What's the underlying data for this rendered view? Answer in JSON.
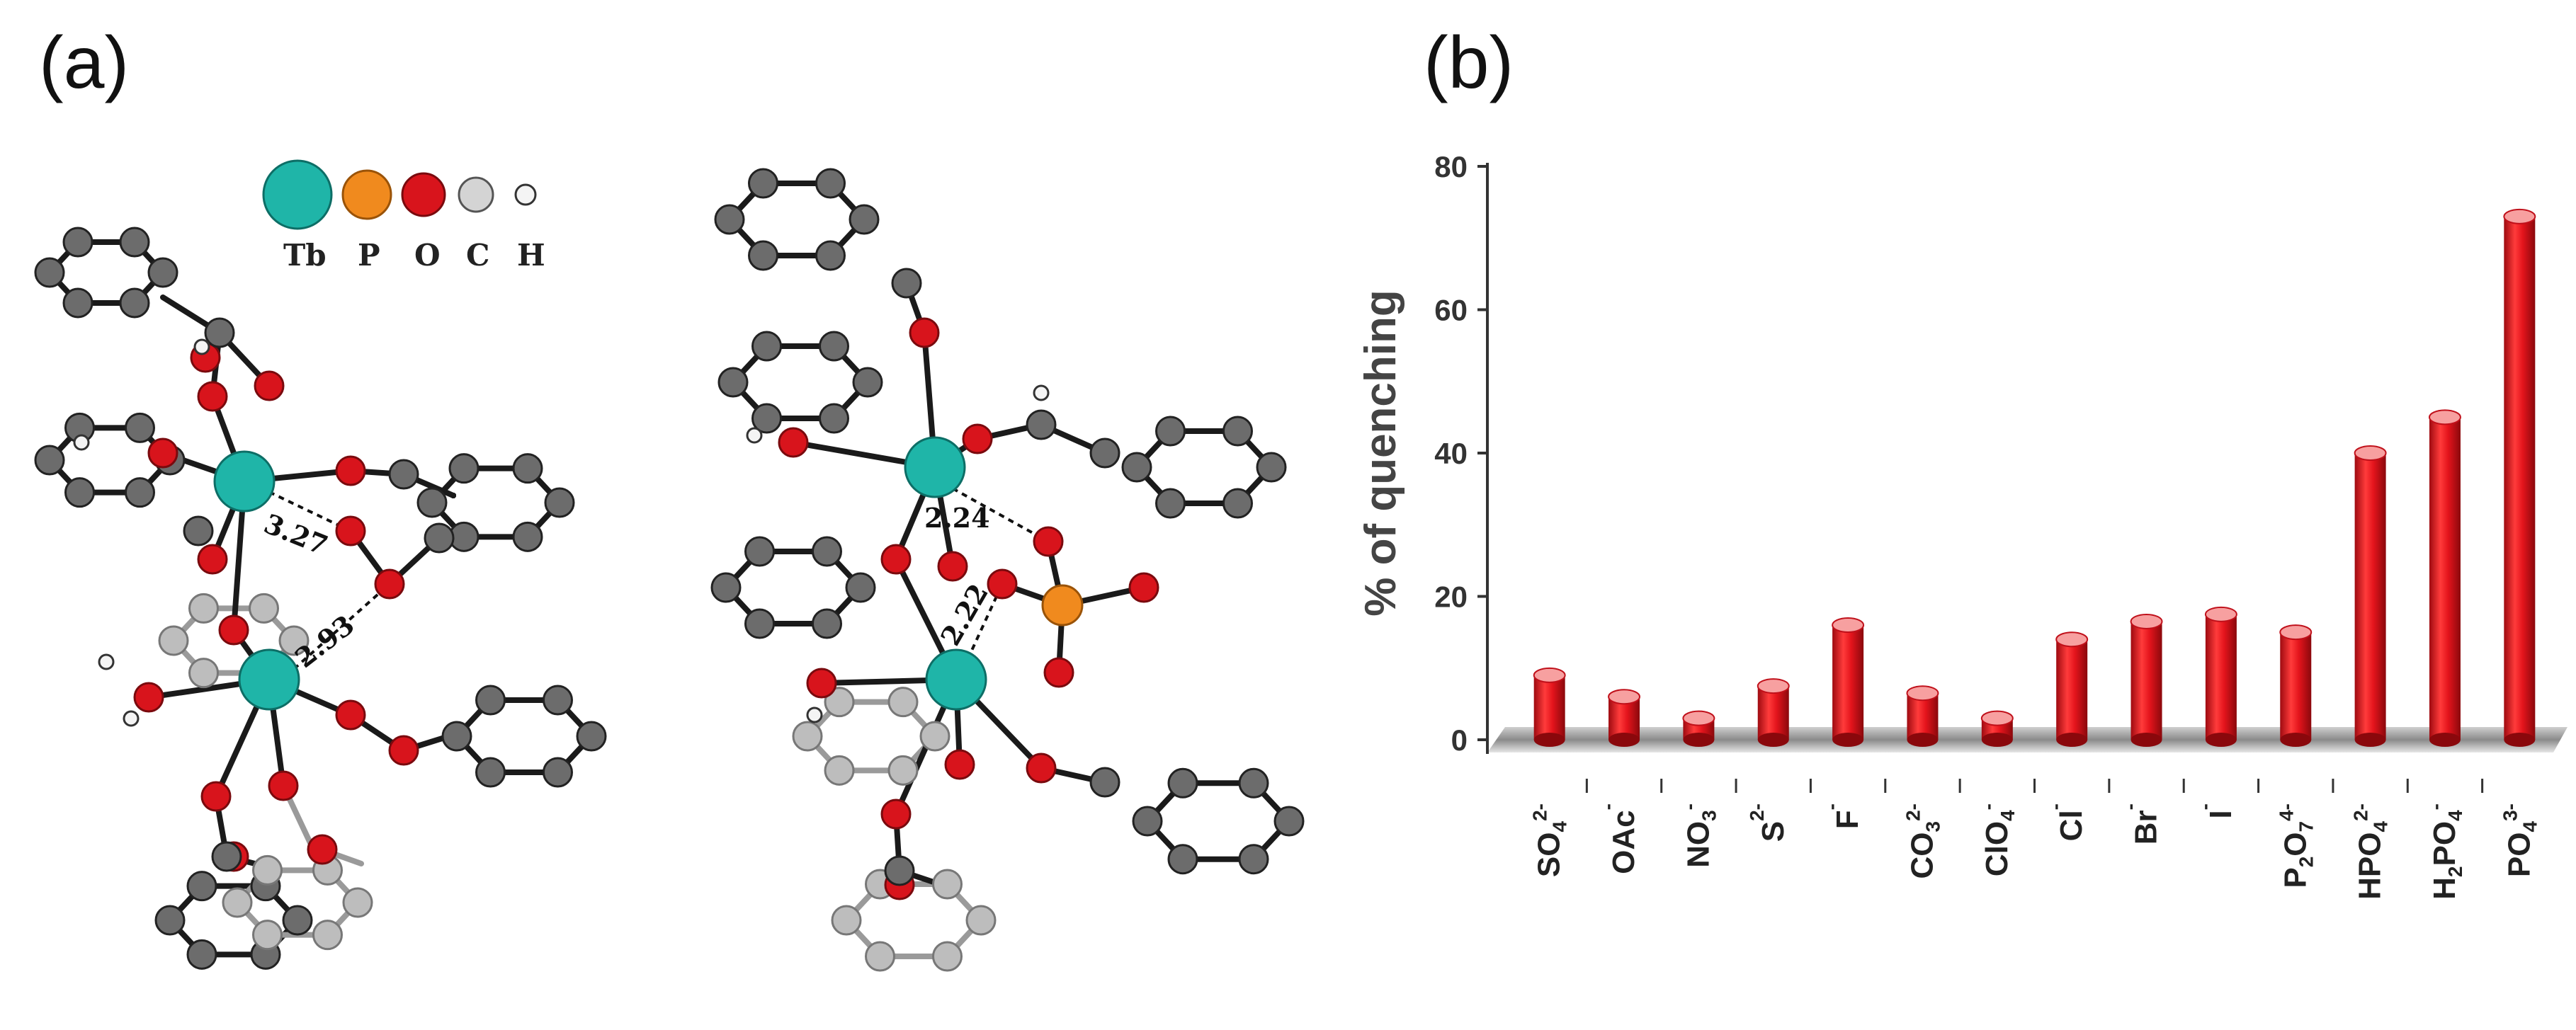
{
  "panels": {
    "a_label": "(a)",
    "b_label": "(b)"
  },
  "molecule": {
    "legend": [
      {
        "symbol": "Tb",
        "color": "#1fb5a8"
      },
      {
        "symbol": "P",
        "color": "#f08a1e"
      },
      {
        "symbol": "O",
        "color": "#d8141c"
      },
      {
        "symbol": "C",
        "color": "#c8c8c8"
      },
      {
        "symbol": "H",
        "color": "#f2f2f2"
      }
    ],
    "distances_left": [
      "3.27",
      "2.93"
    ],
    "distances_right": [
      "2.24",
      "2.22"
    ]
  },
  "chart_data": {
    "type": "bar",
    "ylabel": "% of quenching",
    "ylim": [
      0,
      80
    ],
    "yticks": [
      "0",
      "20",
      "40",
      "60",
      "80"
    ],
    "categories": [
      {
        "base": "SO",
        "sub": "4",
        "sup": "2-"
      },
      {
        "base": "OAc",
        "sub": "",
        "sup": "-"
      },
      {
        "base": "NO",
        "sub": "3",
        "sup": "-"
      },
      {
        "base": "S",
        "sub": "",
        "sup": "2-"
      },
      {
        "base": "F",
        "sub": "",
        "sup": "-"
      },
      {
        "base": "CO",
        "sub": "3",
        "sup": "2-"
      },
      {
        "base": "ClO",
        "sub": "4",
        "sup": "-"
      },
      {
        "base": "Cl",
        "sub": "",
        "sup": "-"
      },
      {
        "base": "Br",
        "sub": "",
        "sup": "-"
      },
      {
        "base": "I",
        "sub": "",
        "sup": "-"
      },
      {
        "base": "P",
        "sub": "2",
        "mid": "O",
        "sub2": "7",
        "sup": "4-"
      },
      {
        "base": "HPO",
        "sub": "4",
        "sup": "2-"
      },
      {
        "base": "H",
        "sub": "2",
        "mid": "PO",
        "sub2": "4",
        "sup": "-"
      },
      {
        "base": "PO",
        "sub": "4",
        "sup": "3-"
      }
    ],
    "values": [
      9,
      6,
      3,
      7.5,
      16,
      6.5,
      3,
      14,
      16.5,
      17.5,
      15,
      40,
      45,
      73
    ],
    "colors": {
      "bar": "#e4141c",
      "bar_top": "#f7a0a0",
      "floor": "#8a8a8a"
    },
    "grid": false,
    "legend": "none"
  }
}
